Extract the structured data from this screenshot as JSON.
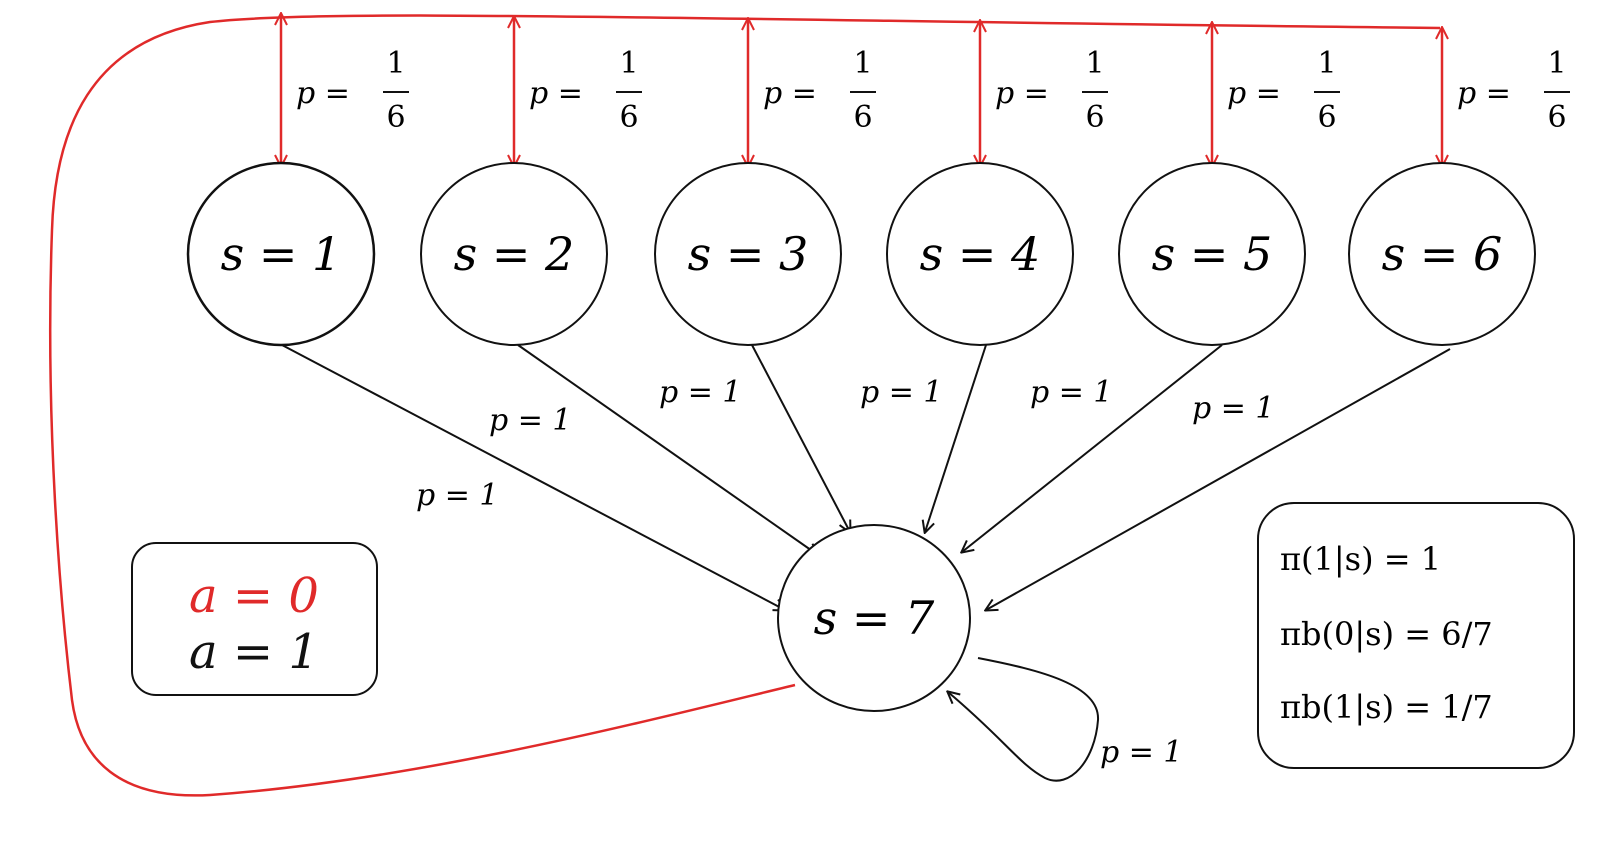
{
  "colors": {
    "action0": "#e02a2a",
    "action1": "#111111",
    "background": "#ffffff"
  },
  "top_states": [
    {
      "id": 1,
      "label": "s = 1",
      "prob_label_lhs": "p =",
      "prob_num": "1",
      "prob_den": "6"
    },
    {
      "id": 2,
      "label": "s = 2",
      "prob_label_lhs": "p =",
      "prob_num": "1",
      "prob_den": "6"
    },
    {
      "id": 3,
      "label": "s = 3",
      "prob_label_lhs": "p =",
      "prob_num": "1",
      "prob_den": "6"
    },
    {
      "id": 4,
      "label": "s = 4",
      "prob_label_lhs": "p =",
      "prob_num": "1",
      "prob_den": "6"
    },
    {
      "id": 5,
      "label": "s = 5",
      "prob_label_lhs": "p =",
      "prob_num": "1",
      "prob_den": "6"
    },
    {
      "id": 6,
      "label": "s = 6",
      "prob_label_lhs": "p =",
      "prob_num": "1",
      "prob_den": "6"
    }
  ],
  "bottom_state": {
    "id": 7,
    "label": "s = 7"
  },
  "black_edges": [
    {
      "from": 1,
      "to": 7,
      "label": "p = 1"
    },
    {
      "from": 2,
      "to": 7,
      "label": "p = 1"
    },
    {
      "from": 3,
      "to": 7,
      "label": "p = 1"
    },
    {
      "from": 4,
      "to": 7,
      "label": "p = 1"
    },
    {
      "from": 5,
      "to": 7,
      "label": "p = 1"
    },
    {
      "from": 6,
      "to": 7,
      "label": "p = 1"
    },
    {
      "from": 7,
      "to": 7,
      "label": "p = 1"
    }
  ],
  "legend": {
    "action0": "a = 0",
    "action1": "a = 1"
  },
  "policy": {
    "line1": "π(1|s) = 1",
    "line2": "πb(0|s) = 6/7",
    "line3": "πb(1|s) = 1/7"
  }
}
